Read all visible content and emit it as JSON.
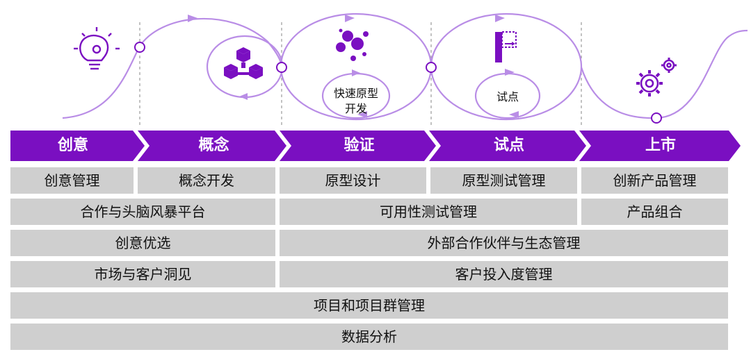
{
  "colors": {
    "primary": "#7a0fc1",
    "curve": "#b98de6",
    "cell_bg": "#cfcfcf",
    "text": "#111111"
  },
  "icons": {
    "idea": "lightbulb-gear-icon",
    "concept": "cubes-network-icon",
    "validate": "bubbles-icon",
    "pilot": "flag-arrow-icon",
    "launch": "gears-icon"
  },
  "flow": {
    "rapid_prototype": [
      "快速原型",
      "开发"
    ],
    "pilot": "试点"
  },
  "stages": [
    "创意",
    "概念",
    "验证",
    "试点",
    "上市"
  ],
  "rows": {
    "r1": [
      "创意管理",
      "概念开发",
      "原型设计",
      "原型测试管理",
      "创新产品管理"
    ],
    "r2": [
      "合作与头脑风暴平台",
      "可用性测试管理",
      "产品组合"
    ],
    "r3": [
      "创意优选",
      "外部合作伙伴与生态管理"
    ],
    "r4": [
      "市场与客户洞见",
      "客户投入度管理"
    ],
    "r5": [
      "项目和项目群管理"
    ],
    "r6": [
      "数据分析"
    ]
  }
}
